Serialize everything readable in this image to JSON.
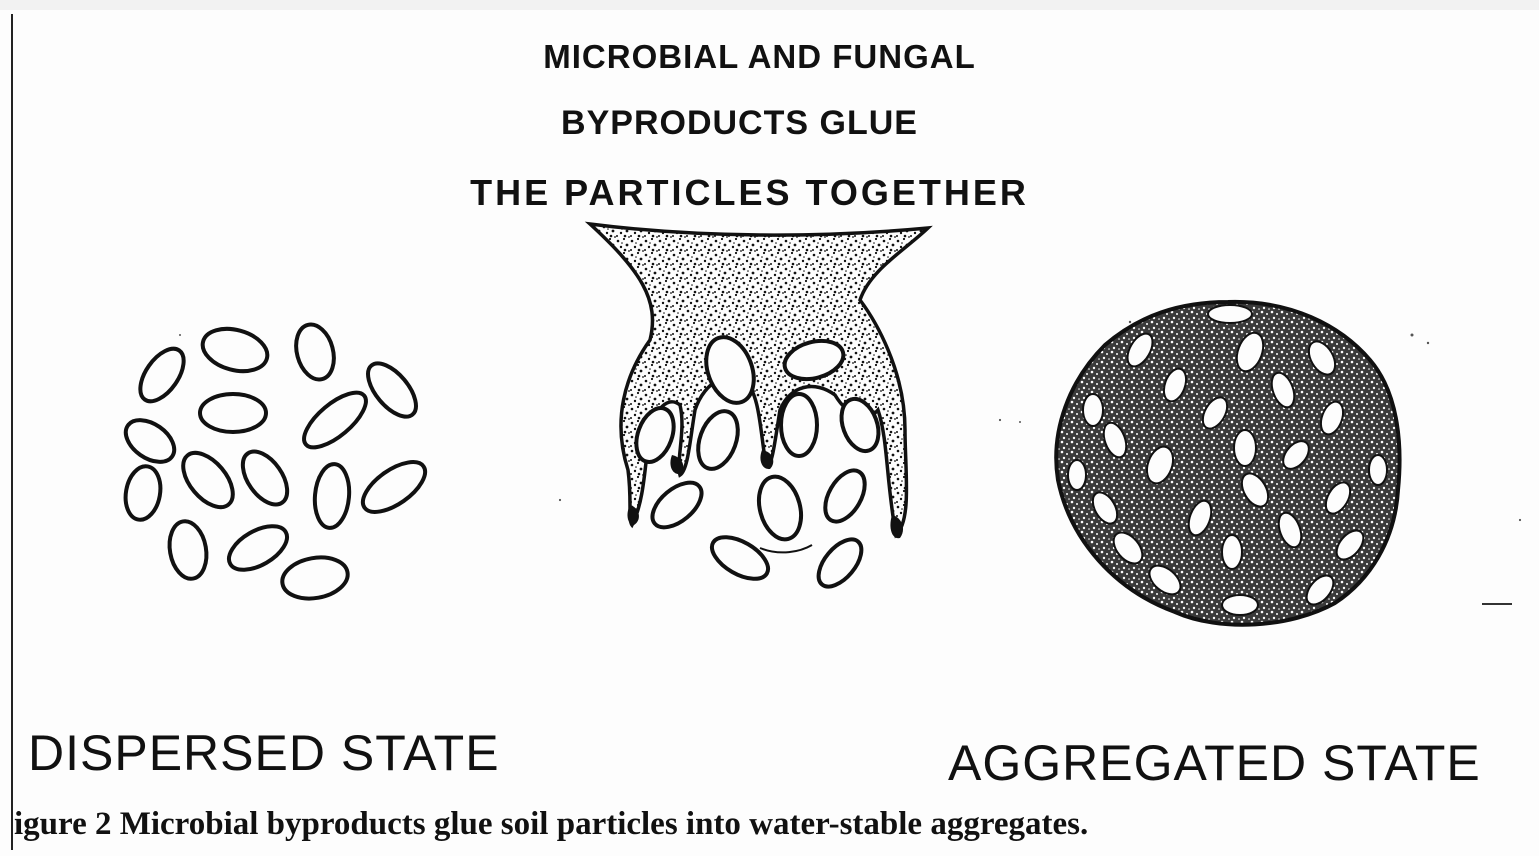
{
  "title": {
    "line1": "MICROBIAL AND FUNGAL",
    "line2": "BYPRODUCTS GLUE",
    "line3": "THE PARTICLES TOGETHER"
  },
  "labels": {
    "dispersed": "DISPERSED STATE",
    "aggregated": "AGGREGATED STATE"
  },
  "caption": "igure 2 Microbial byproducts glue soil particles into water-stable aggregates.",
  "colors": {
    "ink": "#111111",
    "paper": "#fdfdfd"
  }
}
